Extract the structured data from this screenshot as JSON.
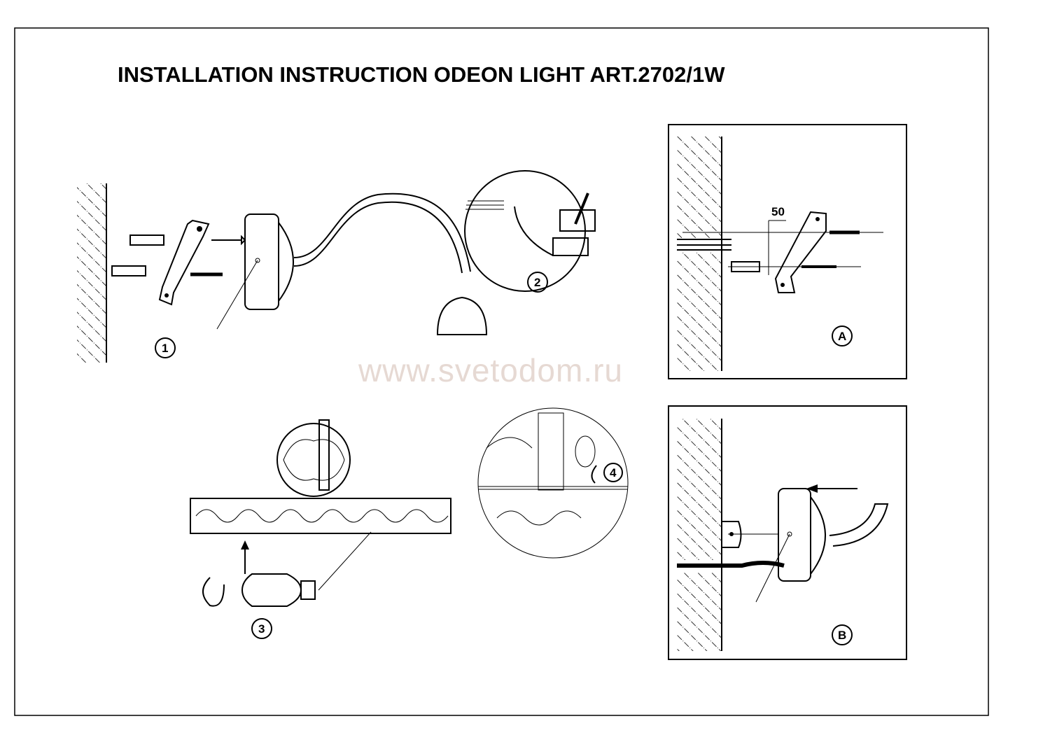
{
  "title": "INSTALLATION INSTRUCTION ODEON LIGHT ART.2702/1W",
  "watermark": "www.svetodom.ru",
  "steps": {
    "step1": "1",
    "step2": "2",
    "step3": "3",
    "step4": "4",
    "detailA": "A",
    "detailB": "B"
  },
  "dimension": "50"
}
